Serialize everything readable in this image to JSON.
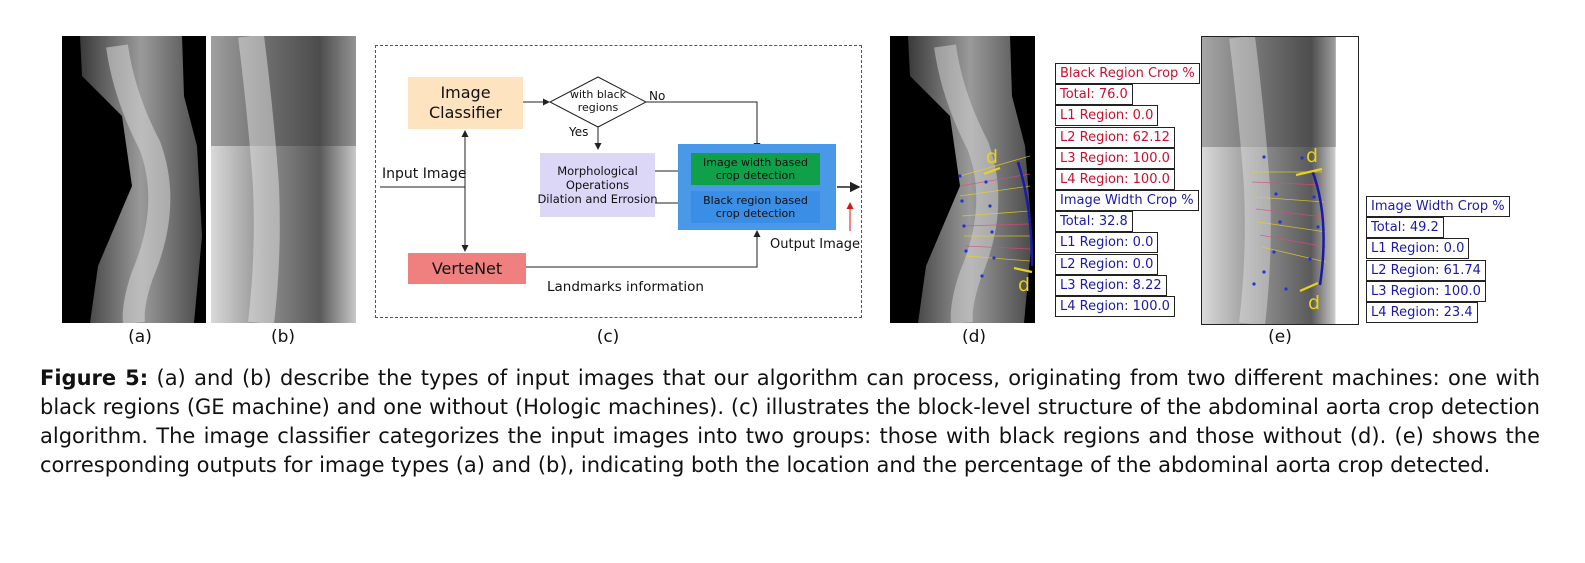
{
  "panels": {
    "a": "(a)",
    "b": "(b)",
    "c": "(c)",
    "d": "(d)",
    "e": "(e)"
  },
  "flowchart": {
    "image_classifier": "Image\nClassifier",
    "decision": "with black\nregions",
    "no": "No",
    "yes": "Yes",
    "input_image": "Input Image",
    "morph": "Morphological\nOperations\nDilation and Errosion",
    "width_crop": "Image width based\ncrop detection",
    "black_crop": "Black region based\ncrop detection",
    "vertenet": "VerteNet",
    "output_image": "Output Image",
    "landmarks": "Landmarks information"
  },
  "panel_d": {
    "d_top": "d",
    "d_bottom": "d",
    "black_items": [
      "Black Region Crop %",
      "Total: 76.0",
      "L1 Region: 0.0",
      "L2 Region: 62.12",
      "L3 Region: 100.0",
      "L4 Region: 100.0"
    ],
    "width_items": [
      "Image Width Crop %",
      "Total: 32.8",
      "L1 Region: 0.0",
      "L2 Region: 0.0",
      "L3 Region: 8.22",
      "L4 Region: 100.0"
    ]
  },
  "panel_e": {
    "d_top": "d",
    "d_bottom": "d",
    "width_items": [
      "Image Width Crop %",
      "Total: 49.2",
      "L1 Region: 0.0",
      "L2 Region: 61.74",
      "L3 Region: 100.0",
      "L4 Region: 23.4"
    ]
  },
  "caption": {
    "label": "Figure 5:",
    "text": " (a) and (b) describe the types of input images that our algorithm can process, originating from two different machines: one with black regions (GE machine) and one without (Hologic machines). (c) illustrates the block-level structure of the abdominal aorta crop detection algorithm. The image classifier categorizes the input images into two groups: those with black regions and those without (d). (e) shows the corresponding outputs for image types (a) and (b), indicating both the location and the percentage of the abdominal aorta crop detected."
  },
  "colors": {
    "classifier": "#fde3c0",
    "morph": "#dcd6f7",
    "outer_blue": "#4a98e8",
    "green": "#11a04a",
    "inner_blue": "#3b8ee6",
    "vertenet": "#f08080",
    "red_text": "#c8102e",
    "blue_text": "#1a1aa6",
    "yellow": "#e8d21c"
  }
}
